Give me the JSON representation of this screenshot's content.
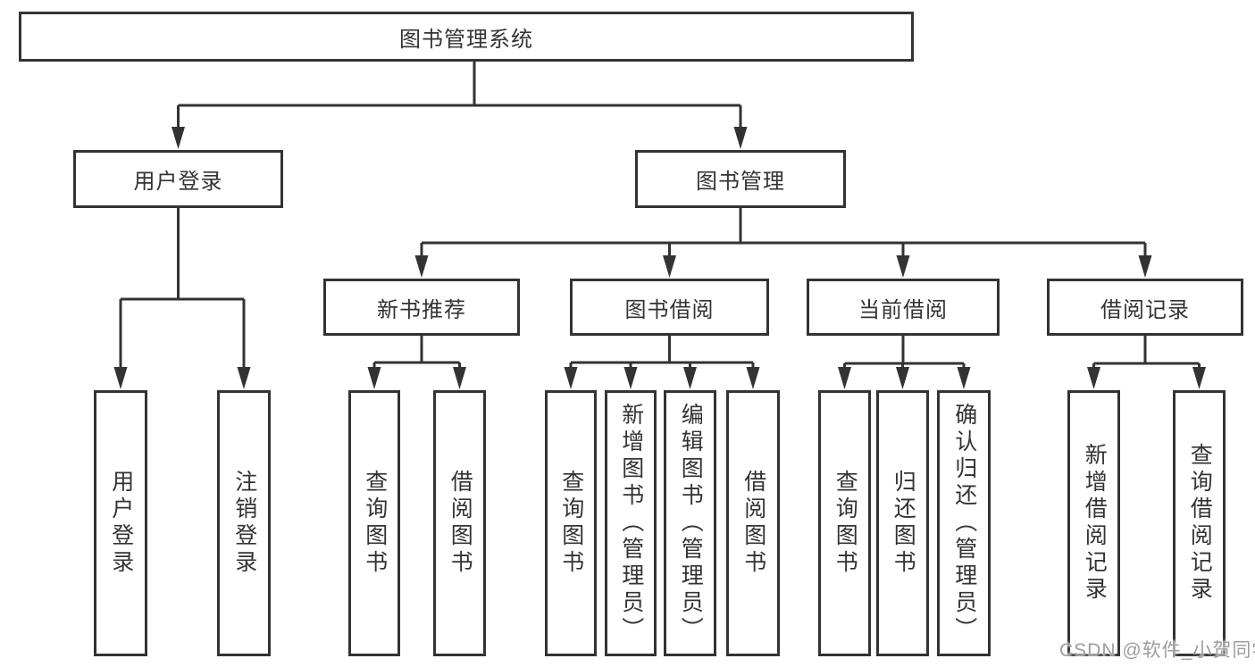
{
  "diagram": {
    "title": "图书管理系统",
    "nodes": [
      {
        "id": "root",
        "label": "图书管理系统",
        "orientation": "horizontal"
      },
      {
        "id": "user-login",
        "label": "用户登录",
        "orientation": "horizontal"
      },
      {
        "id": "book-mgmt",
        "label": "图书管理",
        "orientation": "horizontal"
      },
      {
        "id": "new-book-rec",
        "label": "新书推荐",
        "orientation": "horizontal"
      },
      {
        "id": "book-borrow",
        "label": "图书借阅",
        "orientation": "horizontal"
      },
      {
        "id": "current-borrow",
        "label": "当前借阅",
        "orientation": "horizontal"
      },
      {
        "id": "borrow-records",
        "label": "借阅记录",
        "orientation": "horizontal"
      },
      {
        "id": "leaf-user-login",
        "label": "用户登录",
        "orientation": "vertical"
      },
      {
        "id": "leaf-logout",
        "label": "注销登录",
        "orientation": "vertical"
      },
      {
        "id": "leaf-query-book-1",
        "label": "查询图书",
        "orientation": "vertical"
      },
      {
        "id": "leaf-borrow-book-1",
        "label": "借阅图书",
        "orientation": "vertical"
      },
      {
        "id": "leaf-query-book-2",
        "label": "查询图书",
        "orientation": "vertical"
      },
      {
        "id": "leaf-add-book",
        "label": "新增图书（管理员）",
        "orientation": "vertical"
      },
      {
        "id": "leaf-edit-book",
        "label": "编辑图书（管理员）",
        "orientation": "vertical"
      },
      {
        "id": "leaf-borrow-book-2",
        "label": "借阅图书",
        "orientation": "vertical"
      },
      {
        "id": "leaf-query-book-3",
        "label": "查询图书",
        "orientation": "vertical"
      },
      {
        "id": "leaf-return-book",
        "label": "归还图书",
        "orientation": "vertical"
      },
      {
        "id": "leaf-confirm-return",
        "label": "确认归还（管理员）",
        "orientation": "vertical"
      },
      {
        "id": "leaf-add-record",
        "label": "新增借阅记录",
        "orientation": "vertical"
      },
      {
        "id": "leaf-query-record",
        "label": "查询借阅记录",
        "orientation": "vertical"
      }
    ],
    "edges": [
      {
        "from": "root",
        "to": [
          "user-login",
          "book-mgmt"
        ]
      },
      {
        "from": "user-login",
        "to": [
          "leaf-user-login",
          "leaf-logout"
        ]
      },
      {
        "from": "book-mgmt",
        "to": [
          "new-book-rec",
          "book-borrow",
          "current-borrow",
          "borrow-records"
        ]
      },
      {
        "from": "new-book-rec",
        "to": [
          "leaf-query-book-1",
          "leaf-borrow-book-1"
        ]
      },
      {
        "from": "book-borrow",
        "to": [
          "leaf-query-book-2",
          "leaf-add-book",
          "leaf-edit-book",
          "leaf-borrow-book-2"
        ]
      },
      {
        "from": "current-borrow",
        "to": [
          "leaf-query-book-3",
          "leaf-return-book",
          "leaf-confirm-return"
        ]
      },
      {
        "from": "borrow-records",
        "to": [
          "leaf-add-record",
          "leaf-query-record"
        ]
      }
    ]
  },
  "watermark": {
    "text": "CSDN @软件_小贺同学"
  },
  "colors": {
    "line": "#333333",
    "box_border": "#333333",
    "text": "#333333",
    "watermark": "#9d9d9d",
    "background": "#ffffff"
  }
}
